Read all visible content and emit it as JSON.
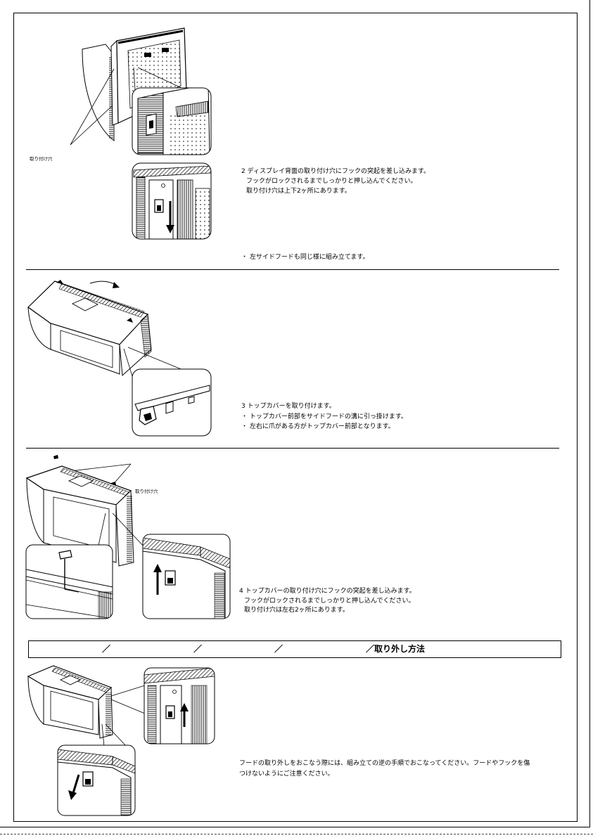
{
  "steps": [
    {
      "callout_label": "取り付け穴",
      "lines": [
        "2 ディスプレイ背面の取り付け穴にフックの突起を差し込みます。",
        "フックがロックされるまでしっかりと押し込んでください。",
        "取り付け穴は上下2ヶ所にあります。"
      ],
      "note": "・ 左サイドフードも同じ様に組み立てます。"
    },
    {
      "lines": [
        "3 トップカバーを取り付けます。",
        "・ トップカバー前部をサイドフードの溝に引っ掛けます。",
        "・ 左右に爪がある方がトップカバー前部となります。"
      ]
    },
    {
      "callout_label": "取り付け穴",
      "lines": [
        "4 トップカバーの取り付け穴にフックの突起を差し込みます。",
        "フックがロックされるまでしっかりと押し込んでください。",
        "取り付け穴は左右2ヶ所にあります。"
      ]
    }
  ],
  "removal": {
    "heading_parts": [
      "／",
      "／",
      "／",
      "／取り外し方法"
    ],
    "lines": [
      "フードの取り外しをおこなう際には、組み立ての逆の手順でおこなってください。フードやフックを傷",
      "つけないようにご注意ください。"
    ]
  },
  "icons": [
    "down-arrow-icon",
    "up-arrow-icon",
    "curved-arrow-icon",
    "lock-icon"
  ]
}
